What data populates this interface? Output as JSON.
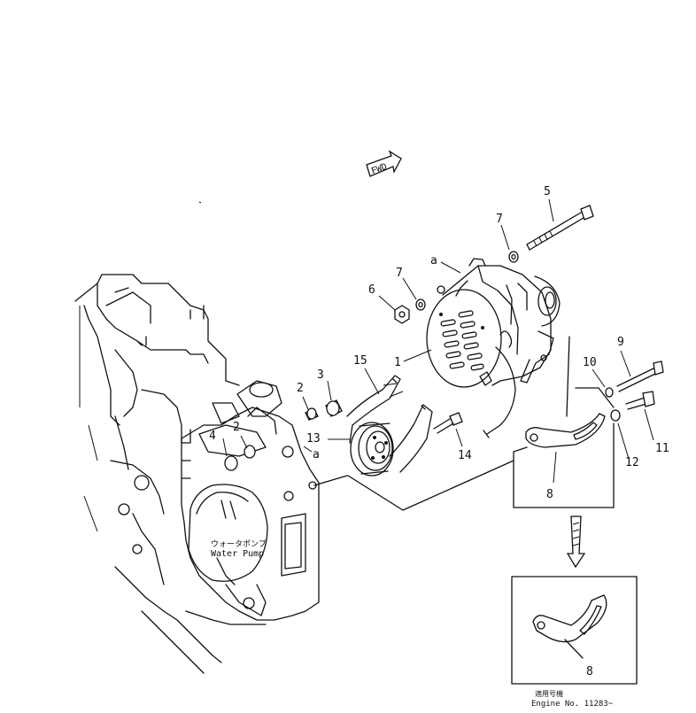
{
  "fwd_label": "FWD",
  "callouts": {
    "c1": "1",
    "c2a": "2",
    "c2b": "2",
    "c3": "3",
    "c4": "4",
    "c5": "5",
    "c6": "6",
    "c7a": "7",
    "c7b": "7",
    "c8a": "8",
    "c8b": "8",
    "c9": "9",
    "c10": "10",
    "c11": "11",
    "c12": "12",
    "c13": "13",
    "c14": "14",
    "c15": "15",
    "a1": "a",
    "a2": "a"
  },
  "water_pump": {
    "jp": "ウォータポンプ",
    "en": "Water Pump"
  },
  "footer": {
    "jp": "適用号機",
    "engine": "Engine  No. 11283~"
  }
}
